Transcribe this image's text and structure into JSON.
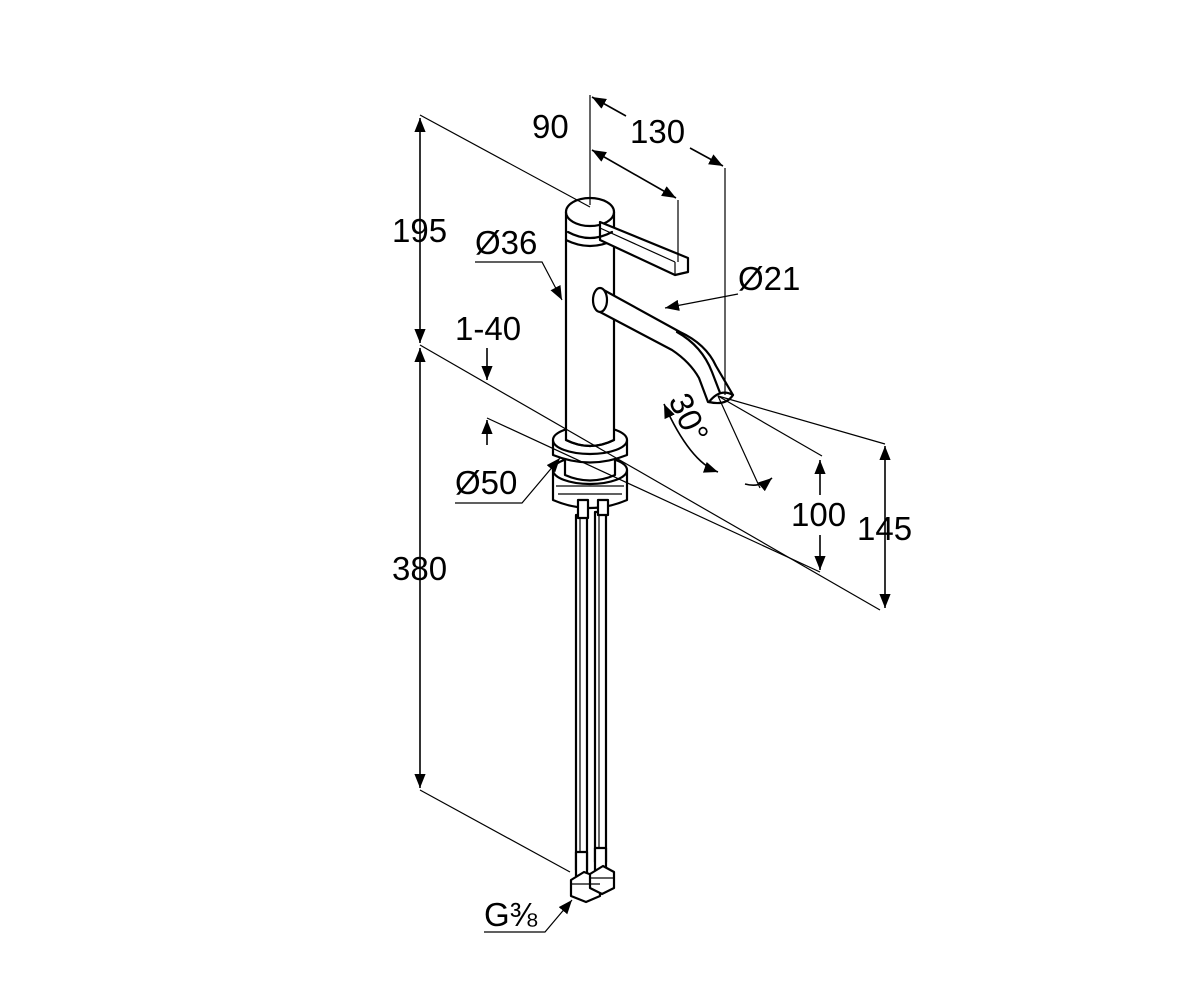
{
  "dimensions": {
    "handle_depth": "90",
    "spout_reach": "130",
    "top_height": "195",
    "body_diameter": "Ø36",
    "spout_diameter": "Ø21",
    "deck_thickness": "1-40",
    "spout_angle": "30°",
    "base_diameter": "Ø50",
    "spout_height": "100",
    "total_height": "145",
    "hose_length": "380",
    "connection_thread": "G⅜"
  },
  "colors": {
    "line": "#000000",
    "background": "#ffffff"
  }
}
